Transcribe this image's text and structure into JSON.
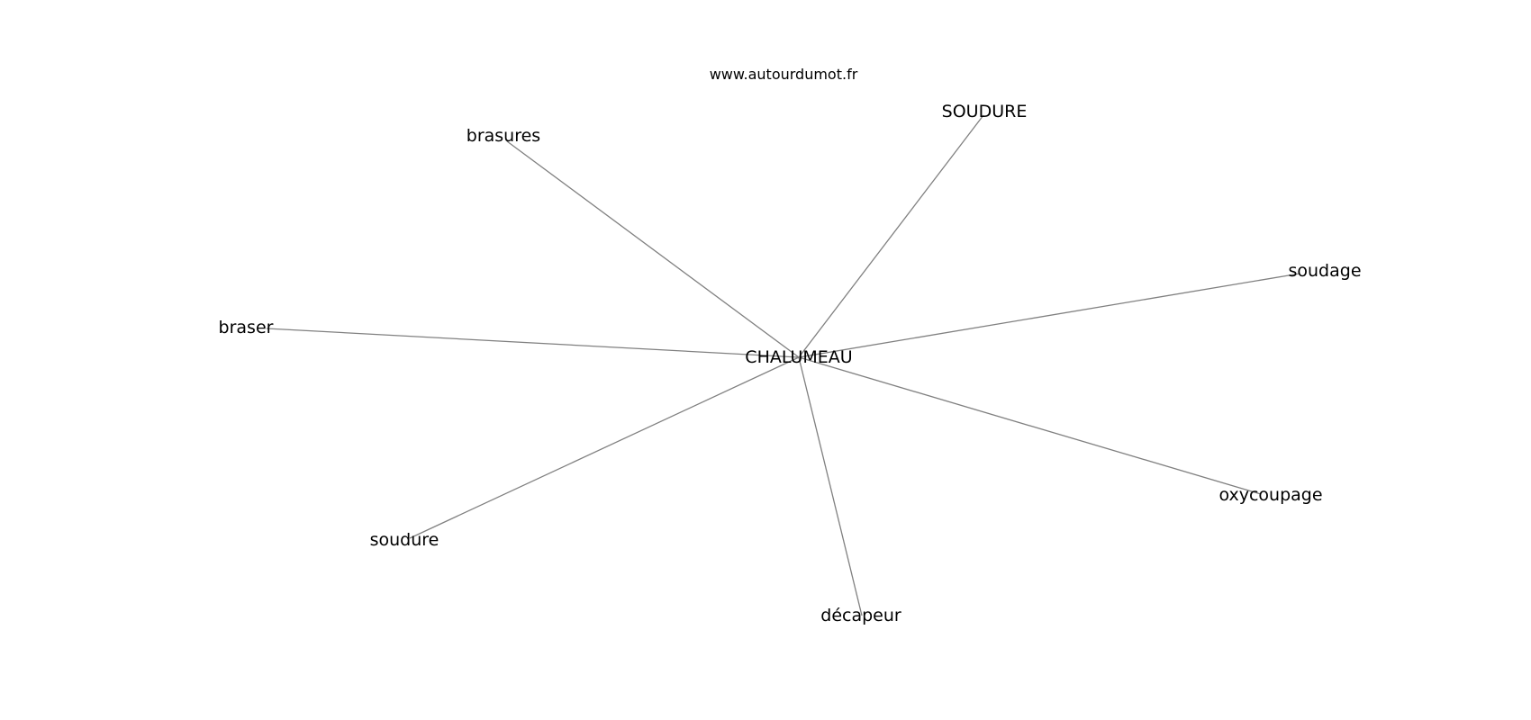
{
  "watermark": "www.autourdumot.fr",
  "graph": {
    "center": "CHALUMEAU",
    "nodes": [
      "brasures",
      "SOUDURE",
      "soudage",
      "braser",
      "oxycoupage",
      "soudure",
      "décapeur"
    ],
    "edge_color": "#808080",
    "text_color": "#000000",
    "background": "#ffffff"
  }
}
